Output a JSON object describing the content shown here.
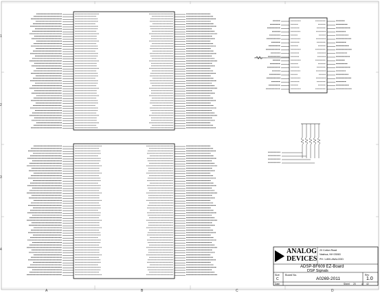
{
  "title_block": {
    "company_line1": "ANALOG",
    "company_line2": "DEVICES",
    "address_line1": "20 Cotton Road",
    "address_line2": "Nashua, NH 03063",
    "address_line3": "PH: 1-800-ANALOGD",
    "board_title": "ADSP-BF609 EZ-Board",
    "sheet_title": "DSP Signals",
    "size_label": "Size",
    "size_value": "C",
    "board_no_label": "Board No.",
    "board_no": "A0269-2011",
    "rev_label": "Rev",
    "rev_value": "1.0",
    "date_label": "Date",
    "sheet_label": "Sheet",
    "sheet_value": "20",
    "of_label": "of",
    "of_value": "42"
  },
  "frame": {
    "column_labels": [
      "A",
      "B",
      "C",
      "D"
    ],
    "row_labels": [
      "1",
      "2",
      "3",
      "4"
    ]
  }
}
